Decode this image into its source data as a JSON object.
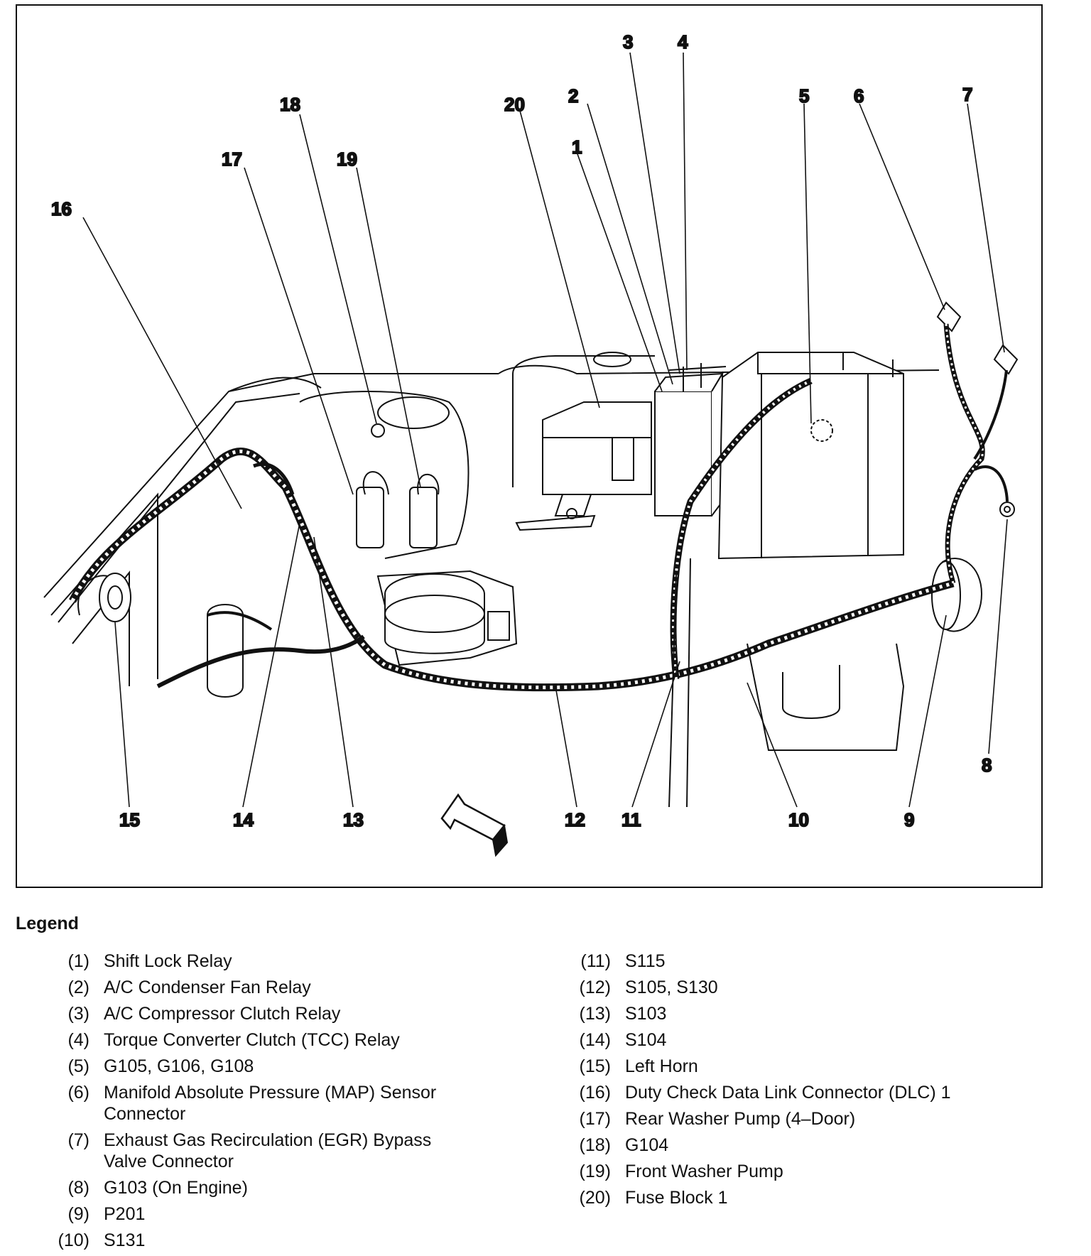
{
  "callouts": [
    "1",
    "2",
    "3",
    "4",
    "5",
    "6",
    "7",
    "8",
    "9",
    "10",
    "11",
    "12",
    "13",
    "14",
    "15",
    "16",
    "17",
    "18",
    "19",
    "20"
  ],
  "legend": {
    "title": "Legend",
    "left": [
      {
        "num": "(1)",
        "text": "Shift Lock Relay"
      },
      {
        "num": "(2)",
        "text": "A/C Condenser Fan Relay"
      },
      {
        "num": "(3)",
        "text": "A/C Compressor Clutch Relay"
      },
      {
        "num": "(4)",
        "text": "Torque Converter Clutch (TCC) Relay"
      },
      {
        "num": "(5)",
        "text": "G105, G106, G108"
      },
      {
        "num": "(6)",
        "text": "Manifold Absolute Pressure (MAP) Sensor\nConnector"
      },
      {
        "num": "(7)",
        "text": "Exhaust Gas Recirculation (EGR) Bypass\nValve Connector"
      },
      {
        "num": "(8)",
        "text": "G103 (On Engine)"
      },
      {
        "num": "(9)",
        "text": "P201"
      },
      {
        "num": "(10)",
        "text": "S131"
      }
    ],
    "right": [
      {
        "num": "(11)",
        "text": "S115"
      },
      {
        "num": "(12)",
        "text": "S105, S130"
      },
      {
        "num": "(13)",
        "text": "S103"
      },
      {
        "num": "(14)",
        "text": "S104"
      },
      {
        "num": "(15)",
        "text": "Left Horn"
      },
      {
        "num": "(16)",
        "text": "Duty Check Data Link Connector (DLC) 1"
      },
      {
        "num": "(17)",
        "text": "Rear Washer Pump (4–Door)"
      },
      {
        "num": "(18)",
        "text": "G104"
      },
      {
        "num": "(19)",
        "text": "Front Washer Pump"
      },
      {
        "num": "(20)",
        "text": "Fuse Block 1"
      }
    ]
  }
}
